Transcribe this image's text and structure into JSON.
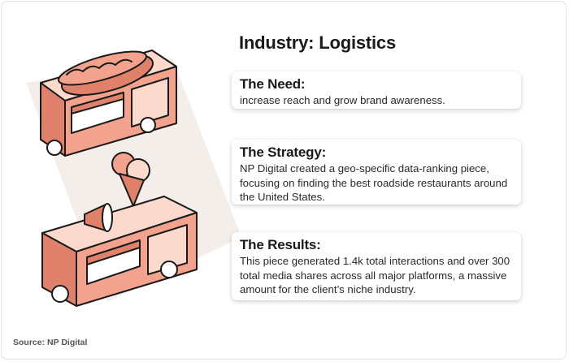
{
  "title": "Industry: Logistics",
  "cards": [
    {
      "heading": "The Need:",
      "body": "increase reach and grow brand awareness."
    },
    {
      "heading": "The Strategy:",
      "body": "NP Digital created a geo-specific data-ranking piece, focusing on finding the best roadside restaurants around the United States."
    },
    {
      "heading": "The Results:",
      "body": "This piece generated 1.4k total interactions and over 300 total media shares across all major platforms, a massive amount for the client’s niche industry."
    }
  ],
  "source": "Source: NP Digital",
  "colors": {
    "truck_fill": "#f2a28d",
    "truck_dark": "#e0826b",
    "accent_light": "#fbd9cd",
    "outline": "#1a1a1a",
    "shadow": "#f1ece8"
  },
  "icons": [
    "hotdog-icon",
    "megaphone-icon",
    "ice-cream-icon",
    "food-truck-icon"
  ]
}
